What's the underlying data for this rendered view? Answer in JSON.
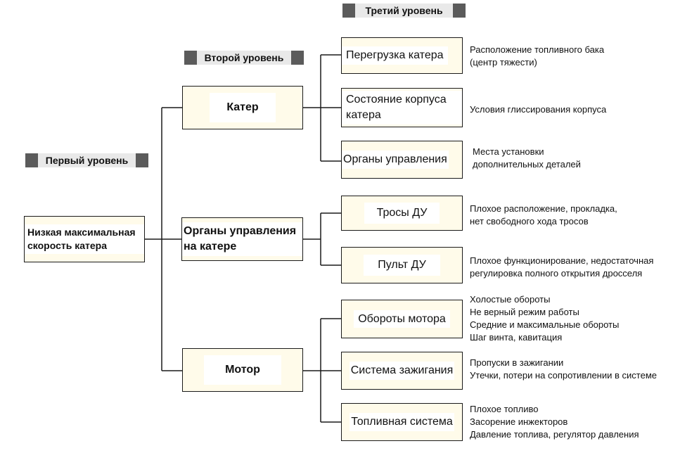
{
  "levels": {
    "first": "Первый уровень",
    "second": "Второй уровень",
    "third": "Третий уровень"
  },
  "root": "Низкая максимальная скорость катера",
  "level2": [
    {
      "label": "Катер"
    },
    {
      "label": "Органы управления на катере"
    },
    {
      "label": "Мотор"
    }
  ],
  "level3": [
    {
      "label": "Перегрузка катера",
      "notes": [
        "Расположение топливного бака",
        "(центр тяжести)"
      ]
    },
    {
      "label": "Состояние корпуса катера",
      "notes": [
        "Условия глиссирования корпуса"
      ]
    },
    {
      "label": "Органы управления",
      "notes": [
        "Места установки",
        "дополнительных деталей"
      ]
    },
    {
      "label": "Тросы ДУ",
      "notes": [
        "Плохое расположение, прокладка,",
        "нет свободного хода тросов"
      ]
    },
    {
      "label": "Пульт ДУ",
      "notes": [
        "Плохое функционирование, недостаточная",
        "регулировка полного открытия дросселя"
      ]
    },
    {
      "label": "Обороты мотора",
      "notes": [
        "Холостые обороты",
        "Не верный режим работы",
        "Средние и максимальные обороты",
        "Шаг винта, кавитация"
      ]
    },
    {
      "label": "Система зажигания",
      "notes": [
        "Пропуски в зажигании",
        "Утечки, потери на сопротивлении в системе"
      ]
    },
    {
      "label": "Топливная система",
      "notes": [
        "Плохое топливо",
        "Засорение инжекторов",
        "Давление топлива, регулятор давления"
      ]
    }
  ]
}
